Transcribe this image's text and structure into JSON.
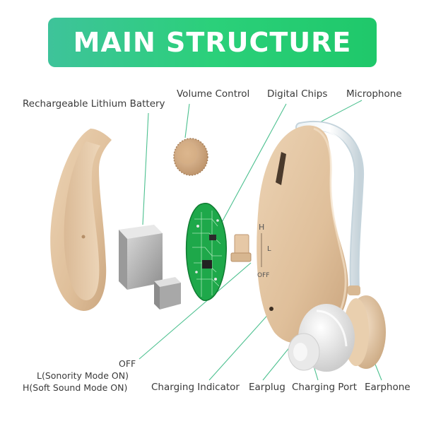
{
  "title": "MAIN STRUCTURE",
  "colors": {
    "banner_start": "#3ec39a",
    "banner_end": "#1fc86a",
    "leader_line": "#4cc08f",
    "skin": "#e2c39f",
    "pcb": "#1ea84a"
  },
  "labels": {
    "battery": "Rechargeable Lithium Battery",
    "volume": "Volume Control",
    "chips": "Digital Chips",
    "microphone": "Microphone",
    "mode_off": "OFF",
    "mode_l": "L(Sonority Mode ON)",
    "mode_h": "H(Soft  Sound Mode ON)",
    "charging_indicator": "Charging Indicator",
    "earplug": "Earplug",
    "charging_port": "Charging Port",
    "earphone": "Earphone"
  },
  "switch_marks": {
    "h": "H",
    "l": "L",
    "off": "OFF"
  }
}
